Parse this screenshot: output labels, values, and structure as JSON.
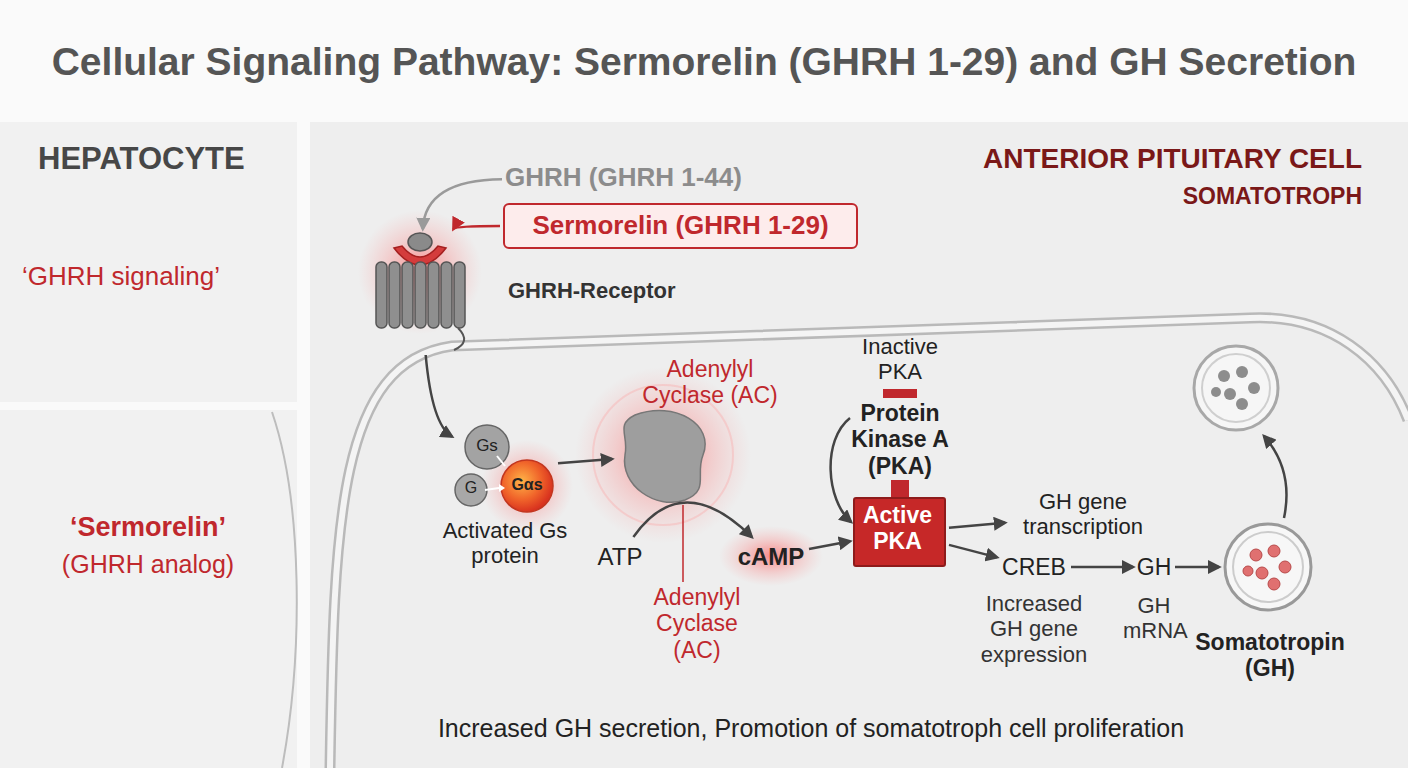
{
  "diagram": {
    "title": "Cellular Signaling Pathway: Sermorelin (GHRH 1-29) and GH Secretion",
    "nodes": [
      {
        "text": [
          "HEPATOCYTE",
          "‘GHRH signaling’"
        ]
      },
      {
        "text": [
          "‘Sermorelin’",
          "(GHRH analog)"
        ]
      },
      {
        "text": [
          "ANTERIOR PITUITARY CELL",
          "SOMATOTROPH",
          "Increased GH secretion, Promotion of somatotroph cell proliferation"
        ]
      },
      {
        "text": [
          "GHRH (GHRH 1-44)"
        ],
        "in": 2
      },
      {
        "text": [
          "Sermorelin (GHRH 1-29)"
        ],
        "in": 2
      },
      {
        "text": [
          "GHRH-Receptor"
        ],
        "in": 2
      },
      {
        "text": [
          "Gs",
          "G",
          "Gαs",
          "Activated Gs protein"
        ],
        "in": 2
      },
      {
        "text": [
          "Adenylyl Cyclase (AC)",
          "Adenylyl Cyclase (AC)"
        ],
        "in": 2
      },
      {
        "text": [
          "ATP"
        ],
        "in": 2
      },
      {
        "text": [
          "cAMP"
        ],
        "in": 2
      },
      {
        "text": [
          "Active PKA"
        ],
        "in": 2
      },
      {
        "text": [
          "GH gene transcription"
        ],
        "in": 2
      },
      {
        "text": [
          "CREB",
          "Increased GH gene expression"
        ],
        "in": 2
      },
      {
        "text": [
          "GH",
          "GH mRNA"
        ],
        "in": 2
      },
      {
        "text": [
          "Somatotropin (GH)"
        ],
        "in": 2
      }
    ],
    "edges": [
      {
        "from": 3,
        "to": 5,
        "arrow": "to"
      },
      {
        "from": 4,
        "to": 5,
        "arrow": "to"
      },
      {
        "from": 5,
        "to": 6,
        "arrow": "to"
      },
      {
        "from": 6,
        "to": 7,
        "arrow": "to"
      },
      {
        "from": 8,
        "to": 9,
        "arrow": "to"
      },
      {
        "from": 9,
        "to": 10,
        "arrow": "to"
      },
      {
        "from": 10,
        "to": 11,
        "arrow": "to"
      },
      {
        "from": 10,
        "to": 12,
        "arrow": "to"
      },
      {
        "from": 12,
        "to": 13,
        "arrow": "to"
      },
      {
        "from": 13,
        "to": 14,
        "arrow": "to"
      }
    ],
    "labels": [
      "Inactive PKA",
      "Protein Kinase A (PKA)"
    ]
  }
}
